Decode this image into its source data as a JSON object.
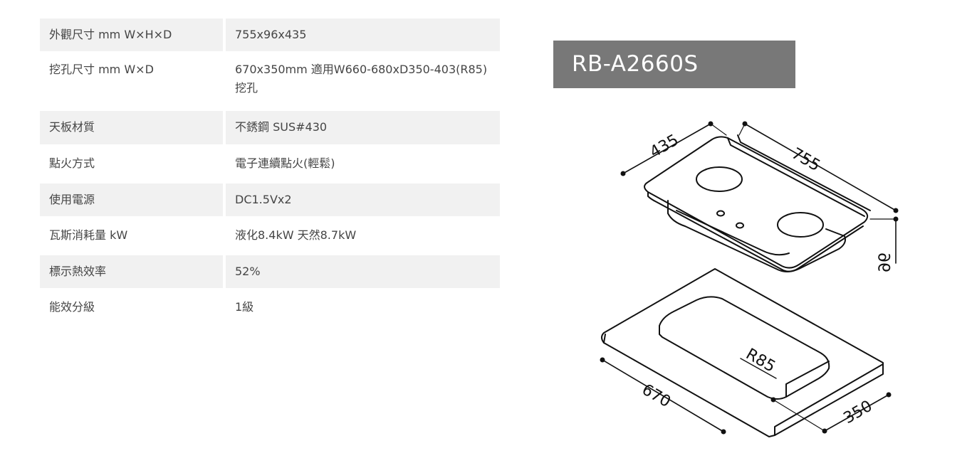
{
  "specs": [
    {
      "label": "外觀尺寸 mm W×H×D",
      "value": "755x96x435"
    },
    {
      "label": "挖孔尺寸 mm W×D",
      "value_line1": "670x350mm 適用W660-680xD350-403(R85)",
      "value_line2": "挖孔"
    },
    {
      "label": "天板材質",
      "value": "不銹鋼 SUS#430"
    },
    {
      "label": "點火方式",
      "value": "電子連續點火(輕鬆)"
    },
    {
      "label": "使用電源",
      "value": "DC1.5Vx2"
    },
    {
      "label": "瓦斯消耗量 kW",
      "value": "液化8.4kW 天然8.7kW"
    },
    {
      "label": "標示熱效率",
      "value": "52%"
    },
    {
      "label": "能效分級",
      "value": "1級"
    }
  ],
  "model": "RB-A2660S",
  "dimensions": {
    "width": "755",
    "depth": "435",
    "height": "96",
    "cutout_width": "670",
    "cutout_depth": "350",
    "radius": "R85"
  },
  "colors": {
    "row_shade": "#f1f1f1",
    "badge_bg": "#787878",
    "badge_text": "#ffffff"
  }
}
